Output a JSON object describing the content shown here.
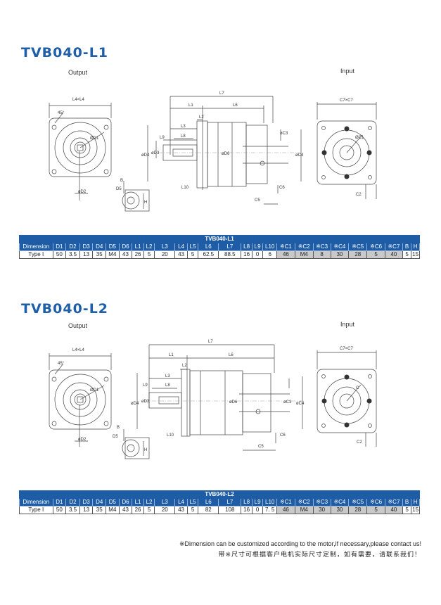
{
  "models": [
    {
      "title": "TVB040-L1",
      "output_label": "Output",
      "input_label": "Input",
      "dims": {
        "l4l4": "L4×L4",
        "angle": "45°",
        "d1": "ØD1",
        "d2": "øD2",
        "b": "B",
        "d5": "D5",
        "h": "H",
        "l7": "L7",
        "l1": "L1",
        "l6": "L6",
        "l2": "L2",
        "l3": "L3",
        "l9": "L9",
        "l8": "L8",
        "d4": "øD4",
        "d3": "øD3",
        "d6": "øD6",
        "l10": "L10",
        "c3": "øC3",
        "c4": "øC4",
        "c6": "C6",
        "c5": "C5",
        "c7c7": "C7×C7",
        "c1": "ØC1",
        "c2": "C2"
      },
      "table": {
        "caption": "TVB040-L1",
        "headers": [
          "Dimension",
          "D1",
          "D2",
          "D3",
          "D4",
          "D5",
          "D6",
          "L1",
          "L2",
          "L3",
          "L4",
          "L5",
          "L6",
          "L7",
          "L8",
          "L9",
          "L10",
          "※C1",
          "※C2",
          "※C3",
          "※C4",
          "※C5",
          "※C6",
          "※C7",
          "B",
          "H"
        ],
        "row": [
          "Type I",
          "50",
          "3.5",
          "13",
          "35",
          "M4",
          "43",
          "26",
          "5",
          "20",
          "43",
          "5",
          "62.5",
          "88.5",
          "16",
          "0",
          "6",
          "46",
          "M4",
          "8",
          "30",
          "28",
          "5",
          "40",
          "5",
          "15"
        ]
      }
    },
    {
      "title": "TVB040-L2",
      "output_label": "Output",
      "input_label": "Input",
      "dims": {
        "l4l4": "L4×L4",
        "angle": "45°",
        "d1": "ØD1",
        "d2": "øD2",
        "b": "B",
        "d5": "D5",
        "h": "H",
        "l7": "L7",
        "l1": "L1",
        "l6": "L6",
        "l2": "L2",
        "l3": "L3",
        "l9": "L9",
        "l8": "L8",
        "d4": "øD4",
        "d3": "øD3",
        "d6": "øD6",
        "l10": "L10",
        "c3": "øC3",
        "c4": "øC4",
        "c6": "C6",
        "c5": "C5",
        "c7c7": "C7×C7",
        "c1": "C",
        "c2": "C2"
      },
      "table": {
        "caption": "TVB040-L2",
        "headers": [
          "Dimension",
          "D1",
          "D2",
          "D3",
          "D4",
          "D5",
          "D6",
          "L1",
          "L2",
          "L3",
          "L4",
          "L5",
          "L6",
          "L7",
          "L8",
          "L9",
          "L10",
          "※C1",
          "※C2",
          "※C3",
          "※C4",
          "※C5",
          "※C6",
          "※C7",
          "B",
          "H"
        ],
        "row": [
          "Type I",
          "50",
          "3.5",
          "13",
          "35",
          "M4",
          "43",
          "26",
          "5",
          "20",
          "43",
          "5",
          "82",
          "108",
          "16",
          "0",
          "7. 5",
          "46",
          "M4",
          "30",
          "30",
          "28",
          "5",
          "40",
          "5",
          "15"
        ]
      }
    }
  ],
  "footer": {
    "note_en": "※Dimension can be customized according to the motor,if necessary,please contact us!",
    "note_cn": "带※尺寸可根据客户电机实际尺寸定制，如有需要，请联系我们！"
  },
  "colors": {
    "title": "#1f5ea8",
    "table_header": "#1e5da5",
    "shaded_cell": "#c9c9c9"
  }
}
